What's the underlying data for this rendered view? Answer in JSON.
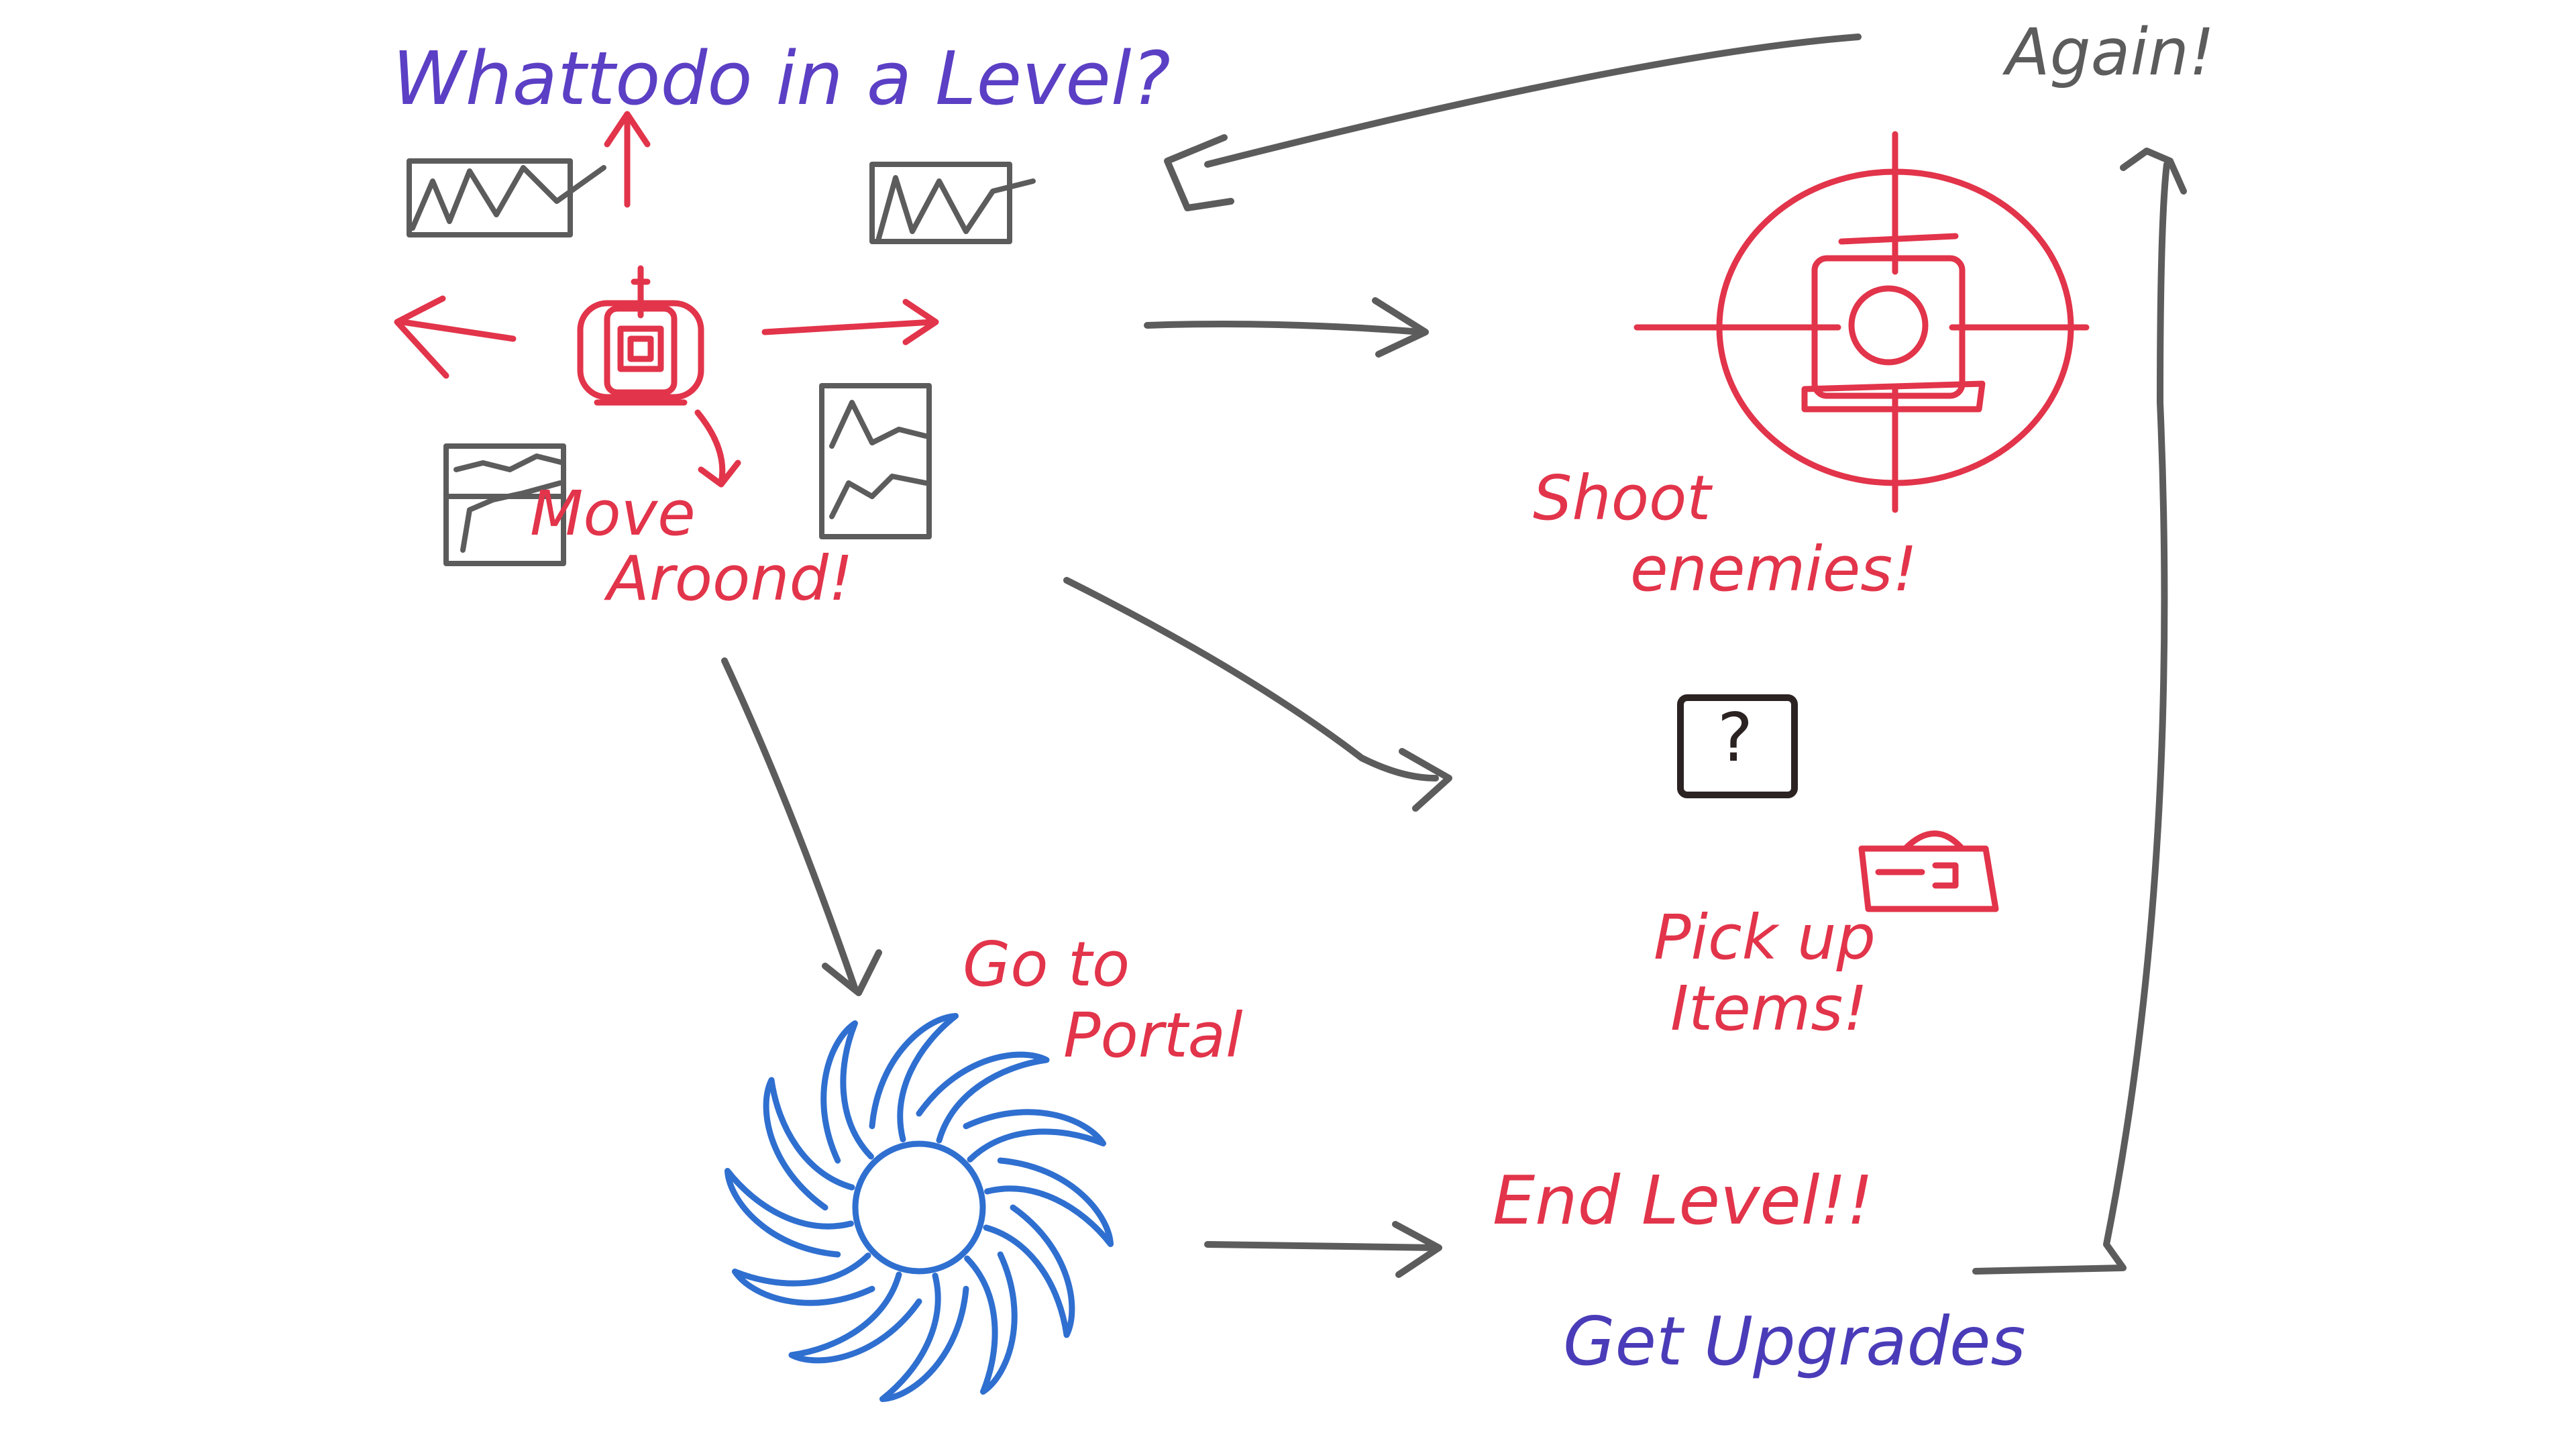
{
  "title": "Whattodo in a Level?",
  "labels": {
    "move_line1": "Move",
    "move_line2": "Aroond!",
    "shoot_line1": "Shoot",
    "shoot_line2": "enemies!",
    "items_line1": "Pick up",
    "items_line2": "Items!",
    "portal_line1": "Go to",
    "portal_line2": "Portal",
    "end": "End Level!!",
    "upgrades": "Get Upgrades",
    "again": "Again!",
    "mystery_box": "?"
  },
  "colors": {
    "title": "#5b3fc4",
    "red": "#e2344a",
    "gray": "#5c5c5c",
    "dark": "#2b2222",
    "blue": "#2f6fd0",
    "upgrades": "#4a3cb8"
  }
}
